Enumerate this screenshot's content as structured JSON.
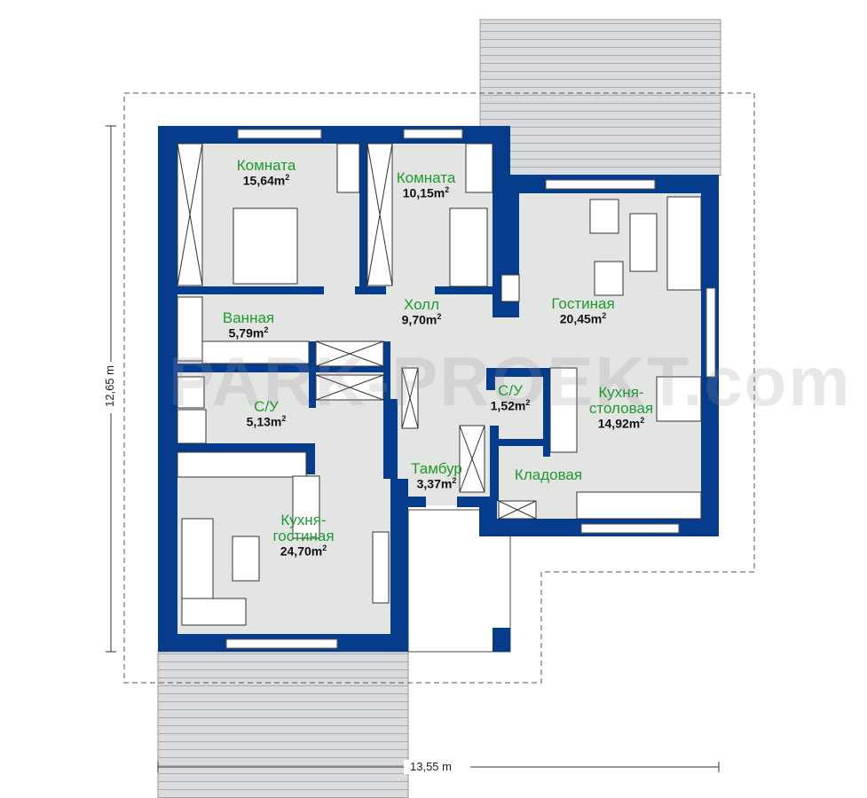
{
  "plan": {
    "watermark": "PARK-PROEKT.com",
    "dimensions": {
      "height": "12,65 m",
      "width": "13,55 m"
    },
    "area_unit": "m",
    "rooms": [
      {
        "id": "komnata-1",
        "name": "Комната",
        "area": "15,64"
      },
      {
        "id": "komnata-2",
        "name": "Комната",
        "area": "10,15"
      },
      {
        "id": "vannaya",
        "name": "Ванная",
        "area": "5,79"
      },
      {
        "id": "holl",
        "name": "Холл",
        "area": "9,70"
      },
      {
        "id": "gostinaya",
        "name": "Гостиная",
        "area": "20,45"
      },
      {
        "id": "su-1",
        "name": "С/У",
        "area": "5,13"
      },
      {
        "id": "su-2",
        "name": "С/У",
        "area": "1,52"
      },
      {
        "id": "kuhnya-stolovaya",
        "name": "Кухня-столовая",
        "area": "14,92"
      },
      {
        "id": "tambur",
        "name": "Тамбур",
        "area": "3,37"
      },
      {
        "id": "kladovaya",
        "name": "Кладовая",
        "area": ""
      },
      {
        "id": "kuhnya-gostinaya",
        "name": "Кухня-гостиная",
        "area": "24,70"
      }
    ],
    "colors": {
      "wall": "#063c8c",
      "floor": "#e3e5e3",
      "label": "#1f9a2e",
      "terrace": "#d4d6d8"
    }
  }
}
